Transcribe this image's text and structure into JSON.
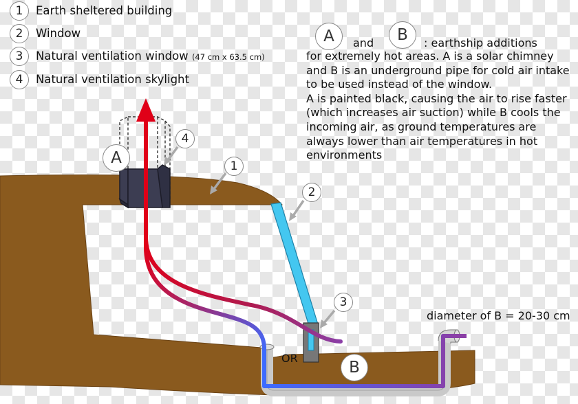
{
  "legend": [
    {
      "number": "1",
      "label": "Earth sheltered building",
      "note": ""
    },
    {
      "number": "2",
      "label": "Window",
      "note": ""
    },
    {
      "number": "3",
      "label": "Natural ventilation window",
      "note": "(47 cm x 63.5 cm)"
    },
    {
      "number": "4",
      "label": "Natural ventilation skylight",
      "note": ""
    }
  ],
  "description": {
    "marker_a": "A",
    "and_word": "and",
    "marker_b": "B",
    "lead": ": earthship additions",
    "lines": [
      "for extremely hot areas. A is a solar chimney",
      "and B is an underground pipe for cold air intake",
      "to be used instead of the window.",
      "A is painted black, causing the air to rise faster",
      "(which increases air suction) while B cools the",
      "incoming air, as ground temperatures are",
      "always lower than air temperatures in hot",
      "environments"
    ]
  },
  "diagram": {
    "label_a": "A",
    "label_b": "B",
    "callouts": [
      "1",
      "2",
      "3",
      "4"
    ],
    "or_label": "OR",
    "diameter_note": "diameter of B = 20-30 cm"
  },
  "colors": {
    "earth": "#8a5a1e",
    "chimney": "#3c3d52",
    "window_glass": "#44c7f0",
    "hot_air": "#e00018",
    "cold_air": "#3d6bff",
    "mixed_air": "#8b3fa6",
    "pipe": "#c9c9c9"
  }
}
